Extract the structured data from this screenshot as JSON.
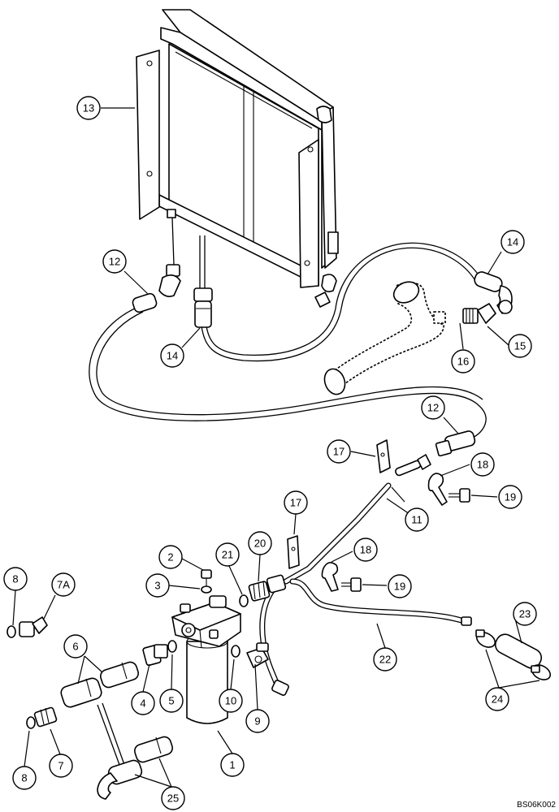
{
  "diagram": {
    "drawing_code": "BS06K002",
    "callouts": [
      {
        "label": "13"
      },
      {
        "label": "12"
      },
      {
        "label": "14"
      },
      {
        "label": "14"
      },
      {
        "label": "15"
      },
      {
        "label": "16"
      },
      {
        "label": "12"
      },
      {
        "label": "17"
      },
      {
        "label": "18"
      },
      {
        "label": "19"
      },
      {
        "label": "11"
      },
      {
        "label": "17"
      },
      {
        "label": "18"
      },
      {
        "label": "19"
      },
      {
        "label": "2"
      },
      {
        "label": "21"
      },
      {
        "label": "20"
      },
      {
        "label": "3"
      },
      {
        "label": "8"
      },
      {
        "label": "7A"
      },
      {
        "label": "6"
      },
      {
        "label": "4"
      },
      {
        "label": "5"
      },
      {
        "label": "10"
      },
      {
        "label": "9"
      },
      {
        "label": "22"
      },
      {
        "label": "23"
      },
      {
        "label": "24"
      },
      {
        "label": "1"
      },
      {
        "label": "7"
      },
      {
        "label": "8"
      },
      {
        "label": "25"
      }
    ]
  }
}
